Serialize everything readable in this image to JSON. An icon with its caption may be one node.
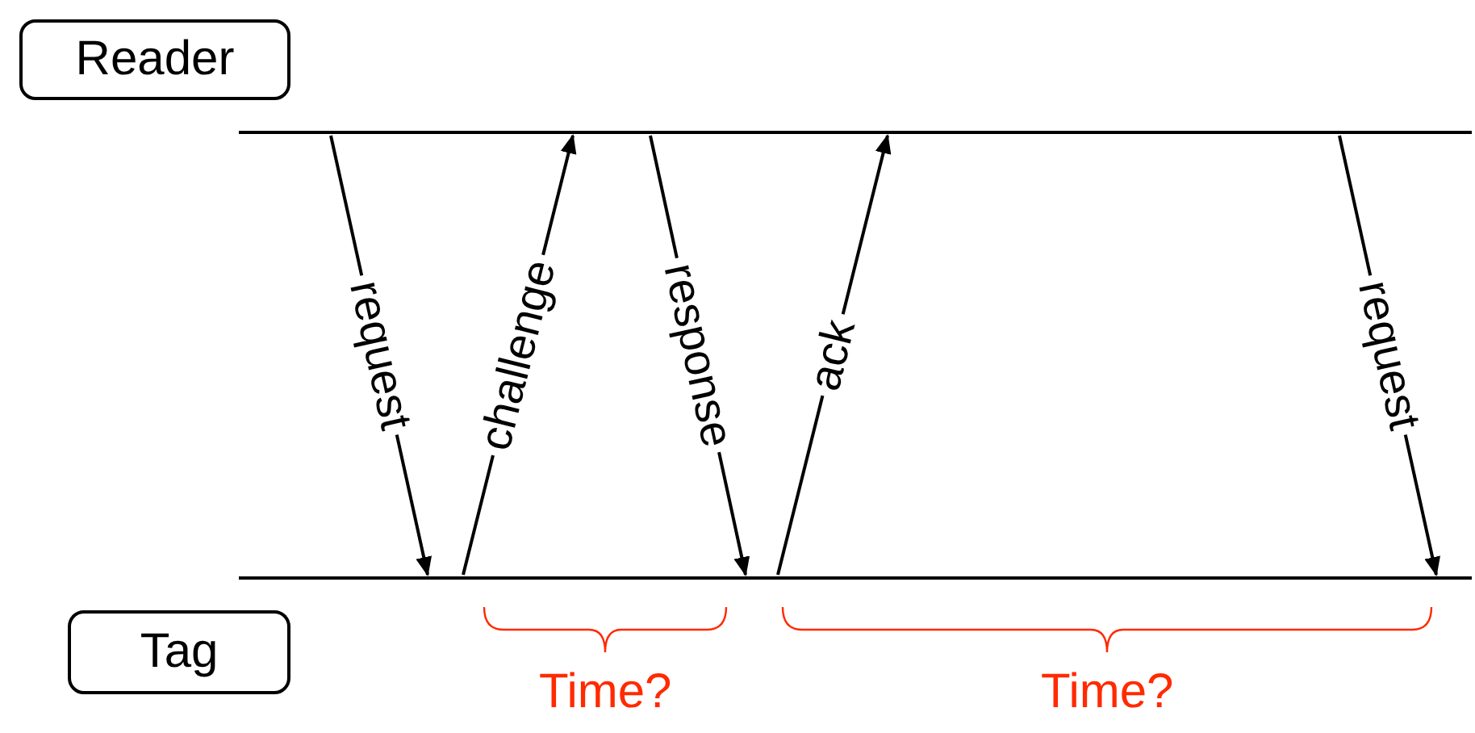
{
  "diagram": {
    "nodes": [
      {
        "text": [
          "Reader"
        ]
      },
      {
        "text": [
          "Tag"
        ]
      },
      {
        "text": [],
        "shape": "bar"
      },
      {
        "text": [],
        "shape": "bar"
      }
    ],
    "edges": [
      {
        "from": 2,
        "to": 3,
        "arrow": "to",
        "label": "request"
      },
      {
        "from": 3,
        "to": 2,
        "arrow": "to",
        "label": "challenge"
      },
      {
        "from": 2,
        "to": 3,
        "arrow": "to",
        "label": "response"
      },
      {
        "from": 3,
        "to": 2,
        "arrow": "to",
        "label": "ack"
      },
      {
        "from": 2,
        "to": 3,
        "arrow": "to",
        "label": "request"
      }
    ],
    "labels": [
      "Time?",
      "Time?"
    ]
  }
}
